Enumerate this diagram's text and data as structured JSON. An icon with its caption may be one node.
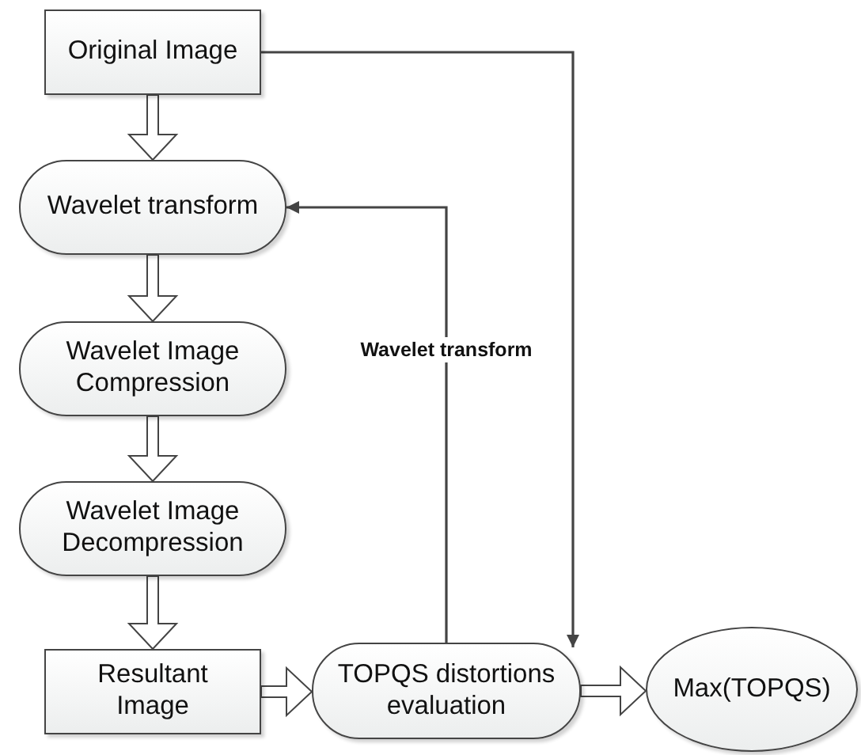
{
  "diagram": {
    "nodes": [
      {
        "text": [
          "Original Image"
        ]
      },
      {
        "text": [
          "Wavelet transform"
        ]
      },
      {
        "text": [
          "Wavelet Image Compression"
        ]
      },
      {
        "text": [
          "Wavelet Image Decompression"
        ]
      },
      {
        "text": [
          "Resultant Image"
        ]
      },
      {
        "text": [
          "TOPQS distortions evaluation"
        ]
      },
      {
        "text": [
          "Max(TOPQS)"
        ]
      }
    ],
    "edges": [
      {
        "from": 0,
        "to": 1,
        "arrow": "to",
        "style": "thick"
      },
      {
        "from": 1,
        "to": 2,
        "arrow": "to",
        "style": "thick"
      },
      {
        "from": 2,
        "to": 3,
        "arrow": "to",
        "style": "thick"
      },
      {
        "from": 3,
        "to": 4,
        "arrow": "to",
        "style": "thick"
      },
      {
        "from": 4,
        "to": 5,
        "arrow": "to",
        "style": "thick"
      },
      {
        "from": 5,
        "to": 6,
        "arrow": "to",
        "style": "thick"
      },
      {
        "from": 0,
        "to": 5,
        "arrow": "to"
      },
      {
        "from": 5,
        "to": 1,
        "label": "Wavelet transform",
        "arrow": "to"
      }
    ]
  }
}
